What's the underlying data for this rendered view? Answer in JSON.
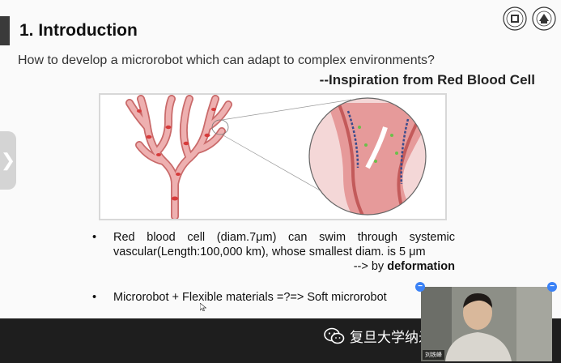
{
  "slide": {
    "title": "1. Introduction",
    "question": "How to develop a microrobot which can adapt to complex environments?",
    "inspiration": "--Inspiration from Red Blood Cell",
    "bullets": {
      "b1_line1": "Red blood cell (diam.7μm) can swim through systemic",
      "b1_line2": "vascular(Length:100,000 km), whose smallest diam. is 5 μm",
      "b1_line3_prefix": "--> by ",
      "b1_line3_bold": "deformation",
      "b2": "Microrobot + Flexible materials =?=> Soft microrobot",
      "marker": "•"
    }
  },
  "side_tab": {
    "glyph": "❯"
  },
  "watermark": {
    "text": "复旦大学纳米机器人国际研究院"
  },
  "video": {
    "name": "刘铁峰"
  },
  "colors": {
    "vessel": "#e8a2a2",
    "vessel_dark": "#c96a6a",
    "cell": "#d63b3b",
    "accent_blue": "#3b82f6"
  }
}
